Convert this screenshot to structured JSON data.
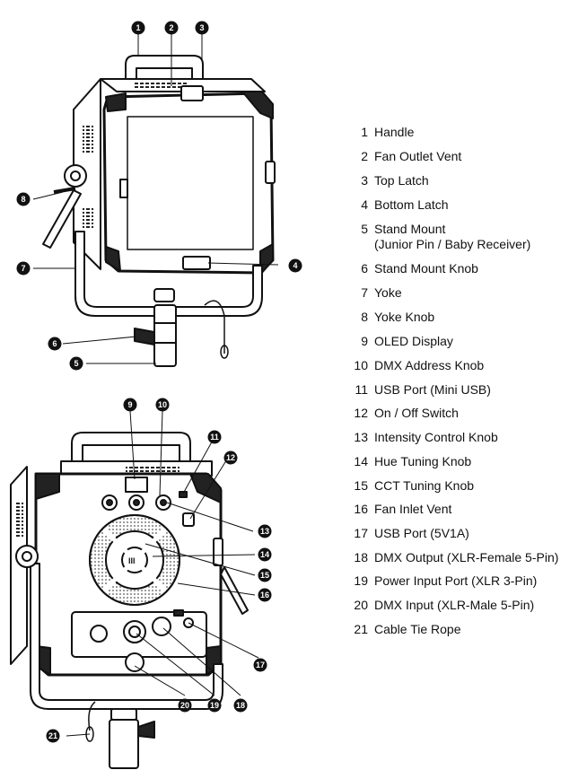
{
  "legend": [
    {
      "num": "1",
      "label": "Handle"
    },
    {
      "num": "2",
      "label": "Fan Outlet Vent"
    },
    {
      "num": "3",
      "label": "Top Latch"
    },
    {
      "num": "4",
      "label": "Bottom Latch"
    },
    {
      "num": "5",
      "label": "Stand Mount",
      "label2": "(Junior Pin / Baby Receiver)"
    },
    {
      "num": "6",
      "label": "Stand Mount Knob"
    },
    {
      "num": "7",
      "label": "Yoke"
    },
    {
      "num": "8",
      "label": "Yoke Knob"
    },
    {
      "num": "9",
      "label": "OLED Display"
    },
    {
      "num": "10",
      "label": "DMX Address Knob"
    },
    {
      "num": "11",
      "label": "USB Port (Mini USB)"
    },
    {
      "num": "12",
      "label": "On / Off Switch"
    },
    {
      "num": "13",
      "label": "Intensity Control Knob"
    },
    {
      "num": "14",
      "label": "Hue Tuning Knob"
    },
    {
      "num": "15",
      "label": "CCT Tuning Knob"
    },
    {
      "num": "16",
      "label": "Fan Inlet Vent"
    },
    {
      "num": "17",
      "label": "USB Port (5V1A)"
    },
    {
      "num": "18",
      "label": "DMX Output (XLR-Female 5-Pin)"
    },
    {
      "num": "19",
      "label": "Power Input Port (XLR 3-Pin)"
    },
    {
      "num": "20",
      "label": "DMX Input (XLR-Male 5-Pin)"
    },
    {
      "num": "21",
      "label": "Cable Tie Rope"
    }
  ],
  "callouts_front": [
    "1",
    "2",
    "3",
    "4",
    "5",
    "6",
    "7",
    "8"
  ],
  "callouts_back": [
    "9",
    "10",
    "11",
    "12",
    "13",
    "14",
    "15",
    "16",
    "17",
    "18",
    "19",
    "20",
    "21"
  ],
  "colors": {
    "ink": "#111111",
    "bg": "#ffffff",
    "vent": "#555555"
  },
  "icons": {
    "front_view": "light-panel-front-drawing",
    "back_view": "light-panel-back-drawing"
  }
}
